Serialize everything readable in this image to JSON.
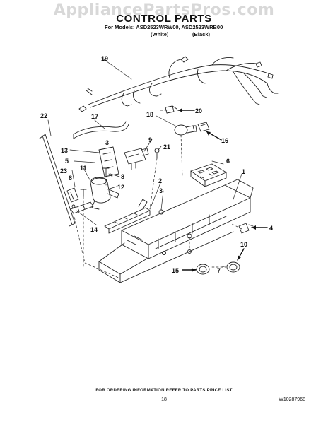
{
  "watermark": "AppliancePartsPros.com",
  "header": {
    "title": "CONTROL PARTS",
    "models": "For Models: ASD2523WRW00, ASD2523WRB00",
    "variant_white": "(White)",
    "variant_black": "(Black)"
  },
  "callouts": {
    "c1": "1",
    "c2": "2",
    "c3": "3",
    "c4": "4",
    "c5": "5",
    "c6": "6",
    "c7": "7",
    "c8a": "8",
    "c8b": "8",
    "c9": "9",
    "c10": "10",
    "c11": "11",
    "c12": "12",
    "c13": "13",
    "c14": "14",
    "c15": "15",
    "c16": "16",
    "c17": "17",
    "c18": "18",
    "c19": "19",
    "c20": "20",
    "c21": "21",
    "c22": "22",
    "c23": "23"
  },
  "footer": {
    "ordering_note": "FOR ORDERING INFORMATION REFER TO PARTS PRICE LIST",
    "page_number": "18",
    "document_number": "W10287968"
  }
}
